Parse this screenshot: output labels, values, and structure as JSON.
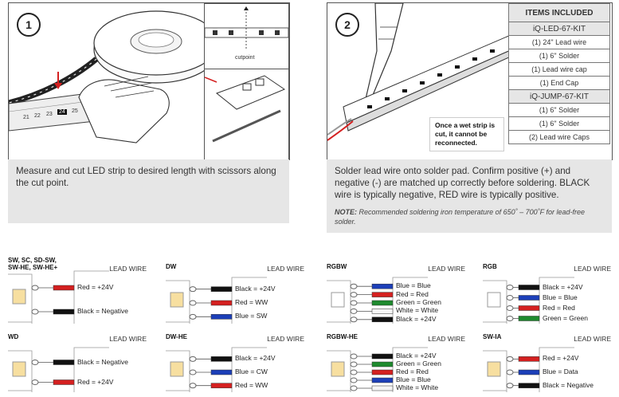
{
  "step1": {
    "number": "1",
    "caption": "Measure and cut LED strip to desired length with scissors along the cut point.",
    "cutpoint_label": "cutpoint",
    "ruler_marks": [
      "21",
      "22",
      "23",
      "24",
      "25"
    ]
  },
  "step2": {
    "number": "2",
    "caption": "Solder lead wire onto solder pad. Confirm positive (+) and negative (-) are matched up correctly before soldering. BLACK wire is typically negative, RED wire is typically positive.",
    "note_label": "NOTE:",
    "note_text": " Recommended soldering iron temperature of 650˚ – 700˚F for lead-free solder.",
    "wet_warning": "Once a wet strip is cut, it cannot be reconnected."
  },
  "items_table": {
    "header": "ITEMS INCLUDED",
    "kit1": "iQ-LED-67-KIT",
    "kit1_items": [
      "(1) 24\" Lead wire",
      "(1) 6\" Solder",
      "(1) Lead wire cap",
      "(1) End Cap"
    ],
    "kit2": "iQ-JUMP-67-KIT",
    "kit2_items": [
      "(1) 6\" Solder",
      "(1) 6\" Solder",
      "(2) Lead wire Caps"
    ]
  },
  "wiring": [
    {
      "title": "SW, SC, SD-SW, SW-HE, SW-HE+",
      "lead": "LEAD WIRE",
      "wires": [
        {
          "label": "Red = +24V",
          "color": "#d42020"
        },
        {
          "label": "Black = Negative",
          "color": "#111111"
        }
      ]
    },
    {
      "title": "WD",
      "lead": "LEAD WIRE",
      "wires": [
        {
          "label": "Black = Negative",
          "color": "#111111"
        },
        {
          "label": "Red = +24V",
          "color": "#d42020"
        }
      ]
    },
    {
      "title": "DW",
      "lead": "LEAD WIRE",
      "wires": [
        {
          "label": "Black = +24V",
          "color": "#111111"
        },
        {
          "label": "Red = WW",
          "color": "#d42020"
        },
        {
          "label": "Blue = SW",
          "color": "#1c3fb8"
        }
      ]
    },
    {
      "title": "DW-HE",
      "lead": "LEAD WIRE",
      "wires": [
        {
          "label": "Black = +24V",
          "color": "#111111"
        },
        {
          "label": "Blue = CW",
          "color": "#1c3fb8"
        },
        {
          "label": "Red = WW",
          "color": "#d42020"
        }
      ]
    },
    {
      "title": "RGBW",
      "lead": "LEAD WIRE",
      "wires": [
        {
          "label": "Blue = Blue",
          "color": "#1c3fb8"
        },
        {
          "label": "Red = Red",
          "color": "#d42020"
        },
        {
          "label": "Green = Green",
          "color": "#1e8a2e"
        },
        {
          "label": "White = White",
          "color": "#f4f4f4"
        },
        {
          "label": "Black = +24V",
          "color": "#111111"
        }
      ]
    },
    {
      "title": "RGBW-HE",
      "lead": "LEAD WIRE",
      "wires": [
        {
          "label": "Black = +24V",
          "color": "#111111"
        },
        {
          "label": "Green = Green",
          "color": "#1e8a2e"
        },
        {
          "label": "Red = Red",
          "color": "#d42020"
        },
        {
          "label": "Blue = Blue",
          "color": "#1c3fb8"
        },
        {
          "label": "White = White",
          "color": "#f4f4f4"
        }
      ]
    },
    {
      "title": "RGB",
      "lead": "LEAD WIRE",
      "wires": [
        {
          "label": "Black = +24V",
          "color": "#111111"
        },
        {
          "label": "Blue = Blue",
          "color": "#1c3fb8"
        },
        {
          "label": "Red = Red",
          "color": "#d42020"
        },
        {
          "label": "Green = Green",
          "color": "#1e8a2e"
        }
      ]
    },
    {
      "title": "SW-IA",
      "lead": "LEAD WIRE",
      "wires": [
        {
          "label": "Red = +24V",
          "color": "#d42020"
        },
        {
          "label": "Blue = Data",
          "color": "#1c3fb8"
        },
        {
          "label": "Black = Negative",
          "color": "#111111"
        }
      ]
    }
  ]
}
